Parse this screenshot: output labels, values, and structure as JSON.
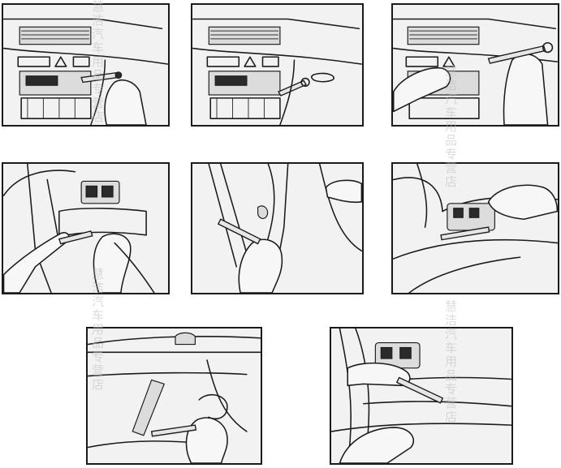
{
  "steps": [
    {
      "id": 1,
      "scene": "dashboard-radio-trim-pry"
    },
    {
      "id": 2,
      "scene": "dashboard-radio-trim-tool"
    },
    {
      "id": 3,
      "scene": "dashboard-radio-trim-removed"
    },
    {
      "id": 4,
      "scene": "door-handle-trim-pry"
    },
    {
      "id": 5,
      "scene": "door-frame-edge-pry"
    },
    {
      "id": 6,
      "scene": "door-switch-panel-release"
    },
    {
      "id": 7,
      "scene": "door-panel-lower-pry"
    },
    {
      "id": 8,
      "scene": "door-panel-lift-off"
    }
  ],
  "colors": {
    "line": "#1c1c1c",
    "panel_bg": "#f2f2f2",
    "watermark": "#bebebe"
  },
  "watermarks": {
    "col_left_top": "慧洁汽车用品专营店",
    "col_left_bottom": "慧洁汽车用品专营店",
    "col_right_top": "慧洁汽车用品专营店",
    "col_right_bottom": "慧洁汽车用品专营店"
  }
}
